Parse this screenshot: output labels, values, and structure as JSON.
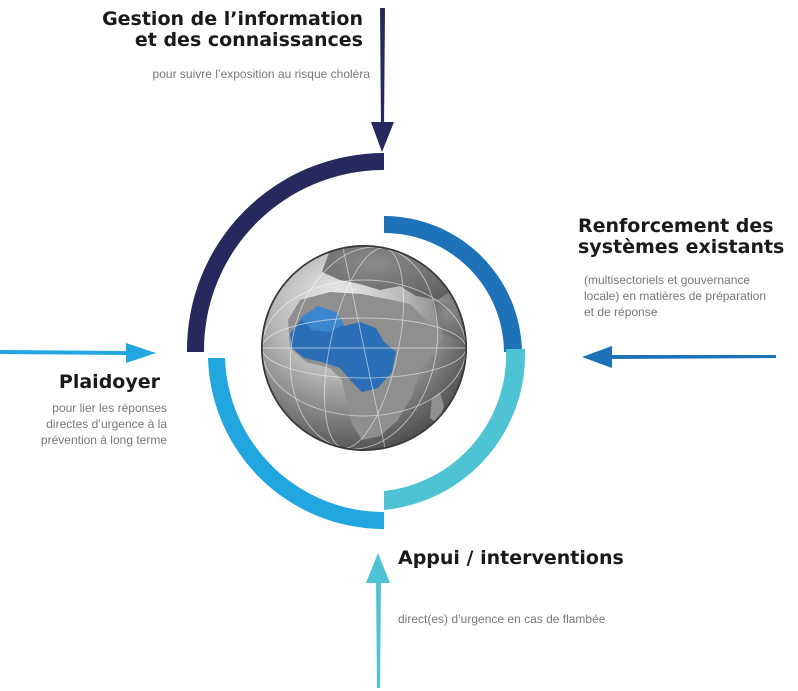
{
  "segments": {
    "top": {
      "title_line1": "Gestion de l’information",
      "title_line2": "et des connaissances",
      "description": "pour suivre l’exposition au  risque choléra",
      "color": "#27285d"
    },
    "right": {
      "title_line1": "Renforcement des",
      "title_line2": "systèmes existants",
      "description_line1": "(multisectoriels et gouvernance",
      "description_line2": "locale) en matières de préparation",
      "description_line3": "et de réponse",
      "color": "#1e72b8"
    },
    "left": {
      "title": "Plaidoyer",
      "description_line1": "pour lier les réponses",
      "description_line2": "directes d’urgence à la",
      "description_line3": "prévention à long terme",
      "color": "#21a6e0"
    },
    "bottom": {
      "title": "Appui / interventions",
      "description": "direct(es) d’urgence en  cas de flambée",
      "color": "#4ec3d4"
    }
  },
  "globe": {
    "icon": "globe-africa-icon",
    "sphere_color": "#9a9a9a",
    "highlight_color": "#2a6fb5"
  }
}
